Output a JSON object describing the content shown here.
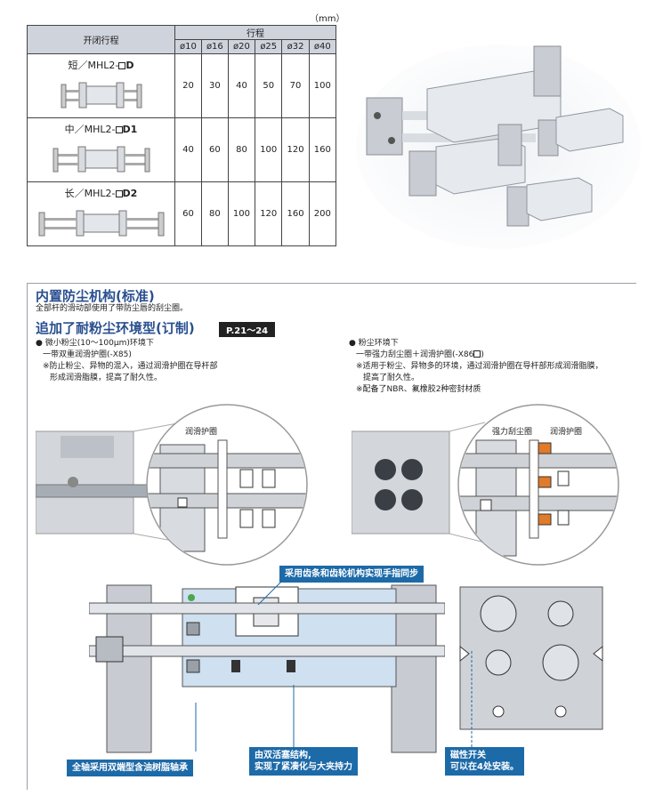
{
  "unit_label": "（mm）",
  "table": {
    "head_stroke": "行程",
    "head_type": "开闭行程",
    "bores": [
      "ø10",
      "ø16",
      "ø20",
      "ø25",
      "ø32",
      "ø40"
    ],
    "rows": [
      {
        "name": "短／MHL2-",
        "suffix": "D",
        "values": [
          "20",
          "30",
          "40",
          "50",
          "70",
          "100"
        ]
      },
      {
        "name": "中／MHL2-",
        "suffix": "D1",
        "values": [
          "40",
          "60",
          "80",
          "100",
          "120",
          "160"
        ]
      },
      {
        "name": "长／MHL2-",
        "suffix": "D2",
        "values": [
          "60",
          "80",
          "100",
          "120",
          "160",
          "200"
        ]
      }
    ]
  },
  "dust": {
    "title": "内置防尘机构(标准)",
    "desc": "全部杆的滑动部使用了带防尘唇的刮尘圈。",
    "option_title": "追加了耐粉尘环境型(订制)",
    "page_ref": "P.21～24",
    "left": {
      "line1": "● 微小粉尘(10～100μm)环境下",
      "line2": "一带双重润滑护圈(-X85)",
      "line3": "※防止粉尘、异物的混入，通过润滑护圈在导杆部",
      "line4": "形成润滑脂膜，提高了耐久性。",
      "label": "润滑护圈"
    },
    "right": {
      "line1": "● 粉尘环境下",
      "line2": "一带强力刮尘圈＋润滑护圈(-X86",
      "line2_end": ")",
      "line3": "※适用于粉尘、异物多的环境，通过润滑护圈在导杆部形成润滑脂膜，",
      "line4": "提高了耐久性。",
      "line5": "※配备了NBR、氟橡胶2种密封材质",
      "label_a": "强力刮尘圈",
      "label_b": "润滑护圈"
    }
  },
  "callouts": {
    "top": "采用齿条和齿轮机构实现手指同步",
    "bottom_left": "全轴采用双端型含油树脂轴承",
    "bottom_mid_1": "由双活塞结构,",
    "bottom_mid_2": "实现了紧凑化与大夹持力",
    "bottom_right_1": "磁性开关",
    "bottom_right_2": "可以在4处安装。"
  }
}
